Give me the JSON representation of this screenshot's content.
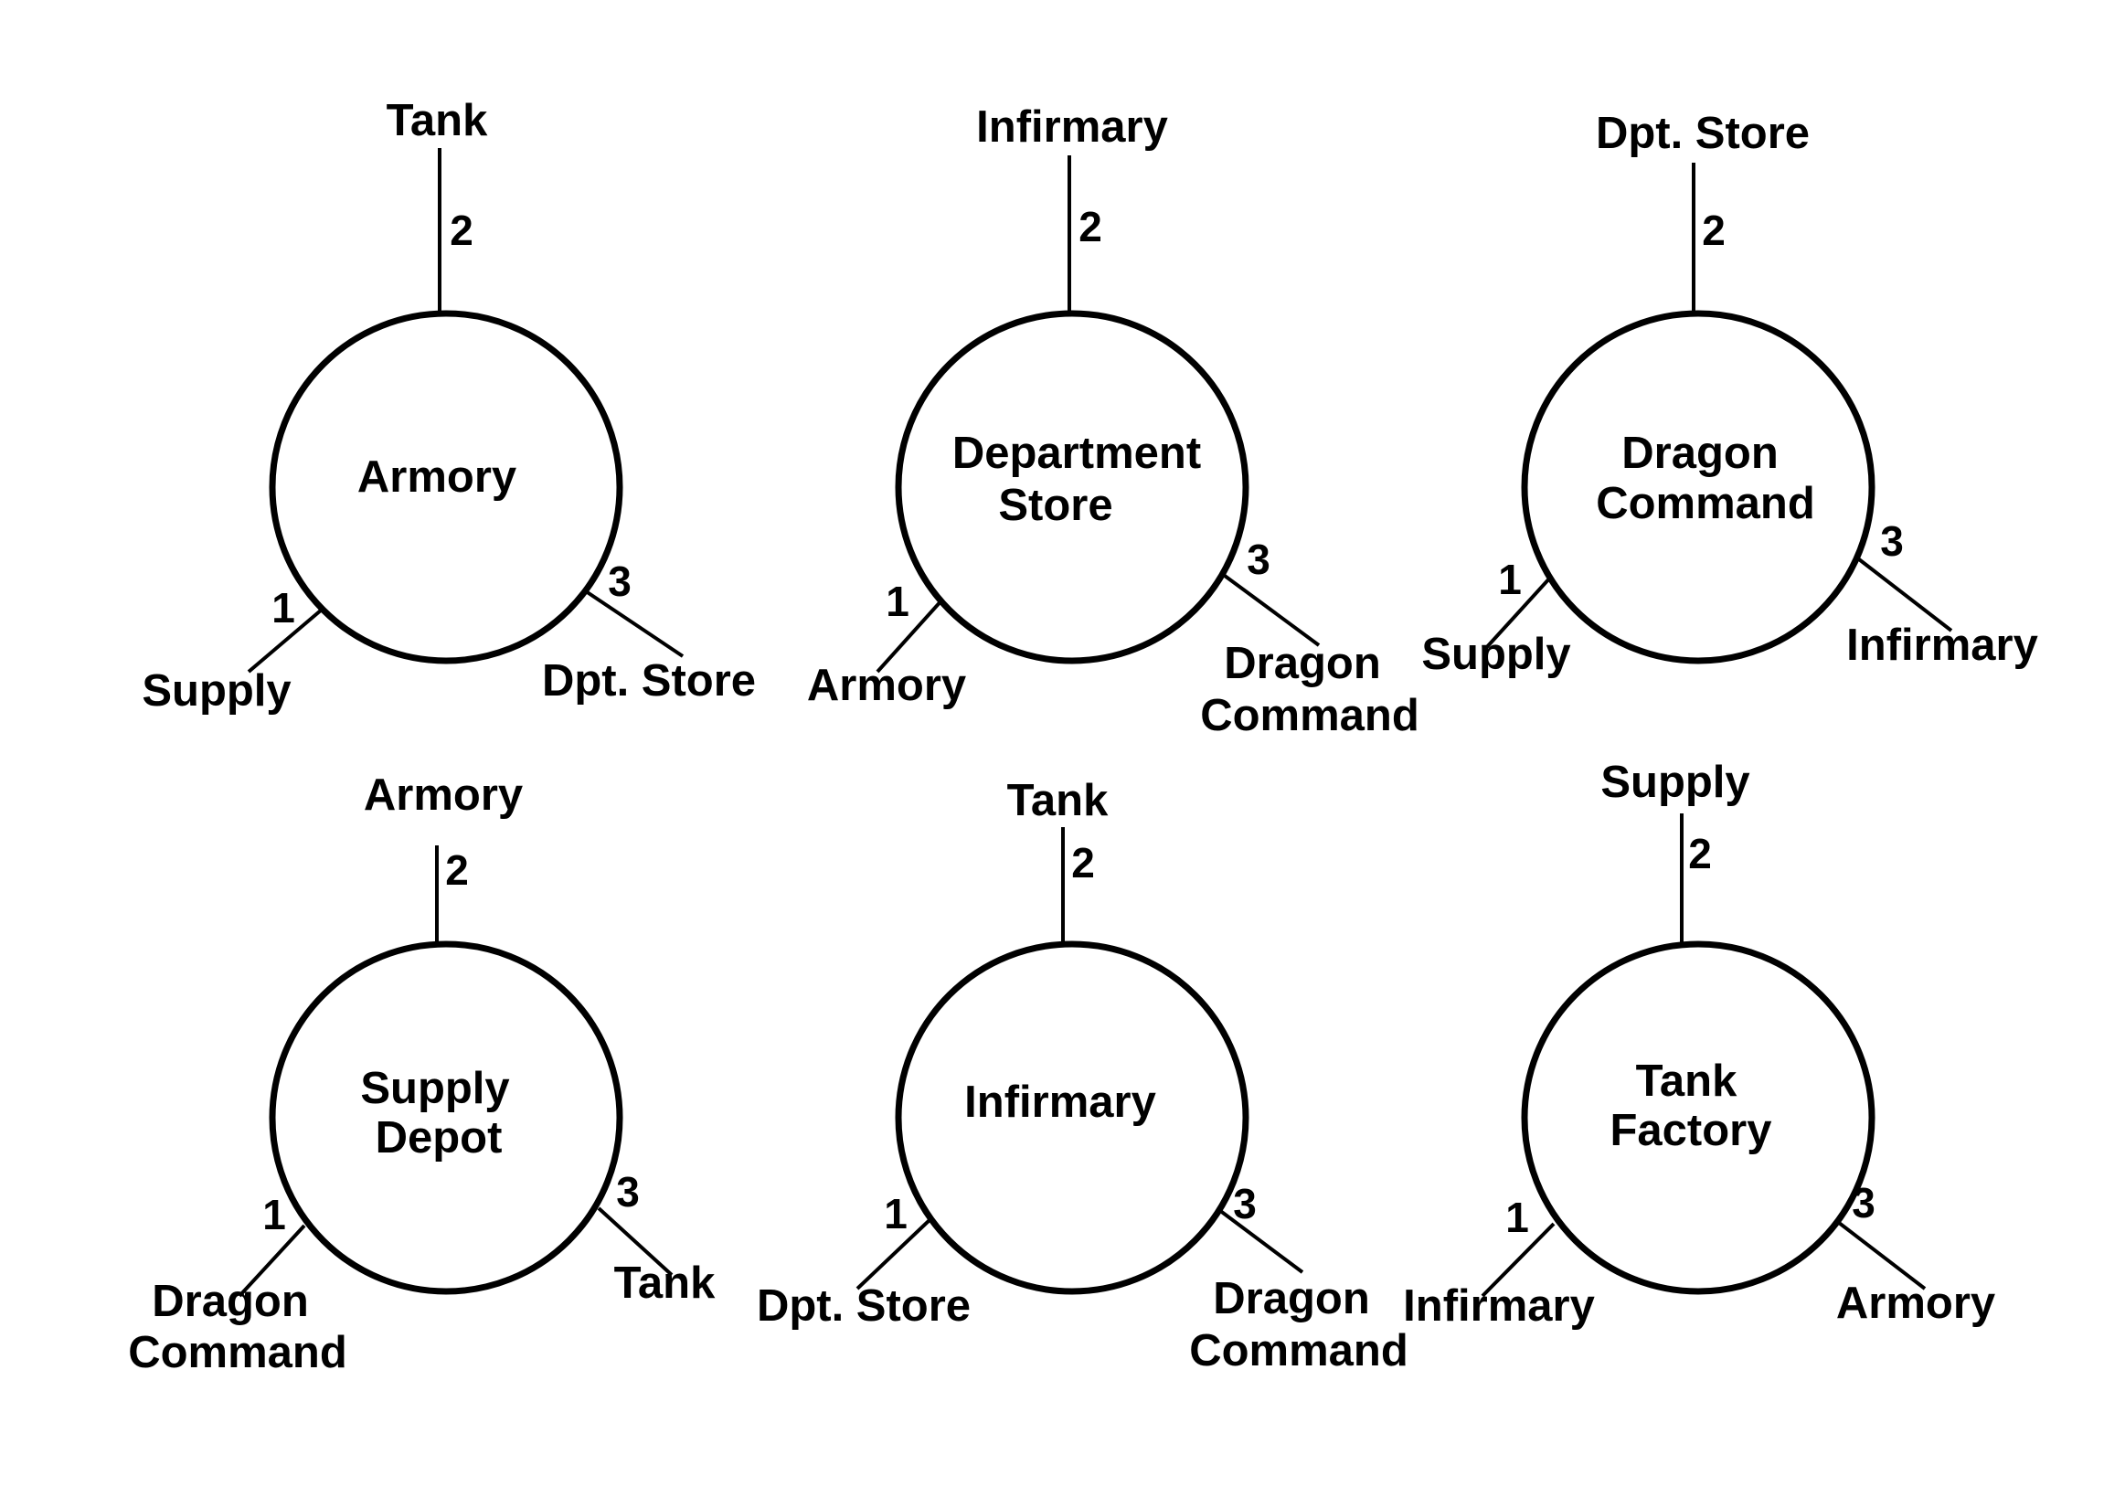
{
  "nodes": [
    {
      "id": "armory",
      "lines": [
        "Armory"
      ],
      "connections": [
        {
          "num": "1",
          "target": [
            "Supply"
          ]
        },
        {
          "num": "2",
          "target": [
            "Tank"
          ]
        },
        {
          "num": "3",
          "target": [
            "Dpt. Store"
          ]
        }
      ]
    },
    {
      "id": "department-store",
      "lines": [
        "Department",
        "Store"
      ],
      "connections": [
        {
          "num": "1",
          "target": [
            "Armory"
          ]
        },
        {
          "num": "2",
          "target": [
            "Infirmary"
          ]
        },
        {
          "num": "3",
          "target": [
            "Dragon",
            "Command"
          ]
        }
      ]
    },
    {
      "id": "dragon-command",
      "lines": [
        "Dragon",
        "Command"
      ],
      "connections": [
        {
          "num": "1",
          "target": [
            "Supply"
          ]
        },
        {
          "num": "2",
          "target": [
            "Dpt. Store"
          ]
        },
        {
          "num": "3",
          "target": [
            "Infirmary"
          ]
        }
      ]
    },
    {
      "id": "supply-depot",
      "lines": [
        "Supply",
        "Depot"
      ],
      "connections": [
        {
          "num": "1",
          "target": [
            "Dragon",
            "Command"
          ]
        },
        {
          "num": "2",
          "target": [
            "Armory"
          ]
        },
        {
          "num": "3",
          "target": [
            "Tank"
          ]
        }
      ]
    },
    {
      "id": "infirmary",
      "lines": [
        "Infirmary"
      ],
      "connections": [
        {
          "num": "1",
          "target": [
            "Dpt. Store"
          ]
        },
        {
          "num": "2",
          "target": [
            "Tank"
          ]
        },
        {
          "num": "3",
          "target": [
            "Dragon",
            "Command"
          ]
        }
      ]
    },
    {
      "id": "tank-factory",
      "lines": [
        "Tank",
        "Factory"
      ],
      "connections": [
        {
          "num": "1",
          "target": [
            "Infirmary"
          ]
        },
        {
          "num": "2",
          "target": [
            "Supply"
          ]
        },
        {
          "num": "3",
          "target": [
            "Armory"
          ]
        }
      ]
    }
  ]
}
